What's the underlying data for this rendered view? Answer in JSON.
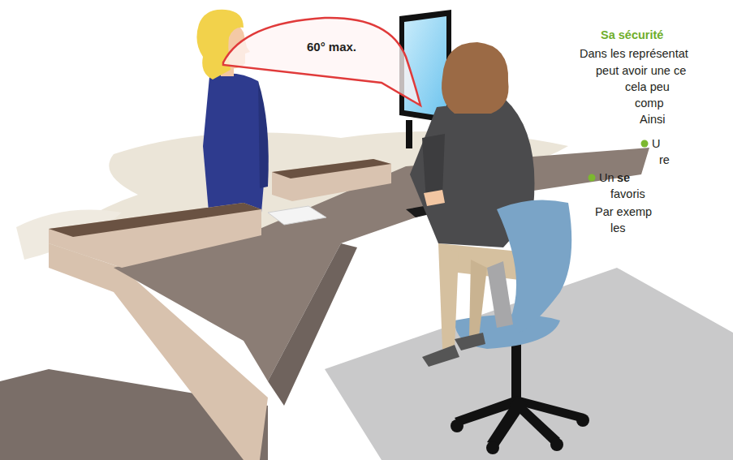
{
  "diagram": {
    "labels": [
      "60° max.",
      "Sa sécurité",
      "Dans les représentat",
      "peut avoir une ce",
      "cela peu",
      "comp",
      "Ainsi",
      "U",
      "re",
      "Un",
      "se",
      "favoris",
      "Par exemp",
      "les"
    ]
  }
}
